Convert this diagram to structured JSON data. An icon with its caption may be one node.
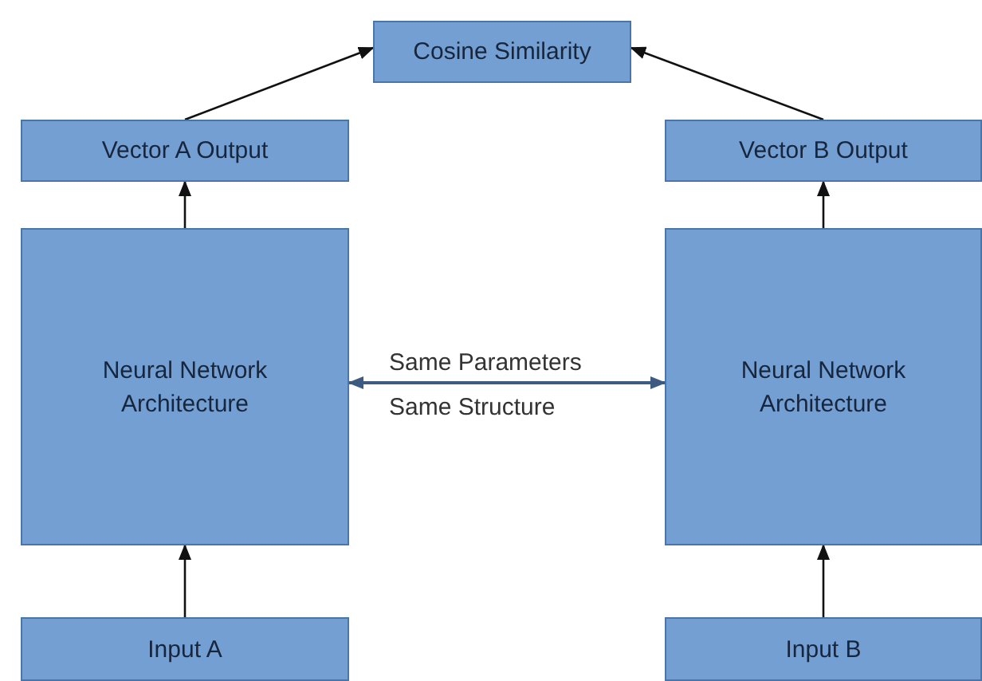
{
  "diagram": {
    "nodes": [
      {
        "text": [
          "Cosine Similarity"
        ]
      },
      {
        "text": [
          "Vector A Output"
        ]
      },
      {
        "text": [
          "Vector B Output"
        ]
      },
      {
        "text": [
          "Neural Network Architecture"
        ]
      },
      {
        "text": [
          "Neural Network Architecture"
        ]
      },
      {
        "text": [
          "Input A"
        ]
      },
      {
        "text": [
          "Input B"
        ]
      }
    ],
    "edges": [
      {
        "from": 1,
        "to": 0,
        "arrow": "to"
      },
      {
        "from": 2,
        "to": 0,
        "arrow": "to"
      },
      {
        "from": 3,
        "to": 1,
        "arrow": "to"
      },
      {
        "from": 4,
        "to": 2,
        "arrow": "to"
      },
      {
        "from": 3,
        "to": 4,
        "arrow": "both",
        "label": "Same Parameters",
        "color": "#3d5a80"
      },
      {
        "from": 5,
        "to": 3,
        "arrow": "to"
      },
      {
        "from": 6,
        "to": 4,
        "arrow": "to"
      }
    ],
    "labels": [
      "Same Structure"
    ]
  }
}
